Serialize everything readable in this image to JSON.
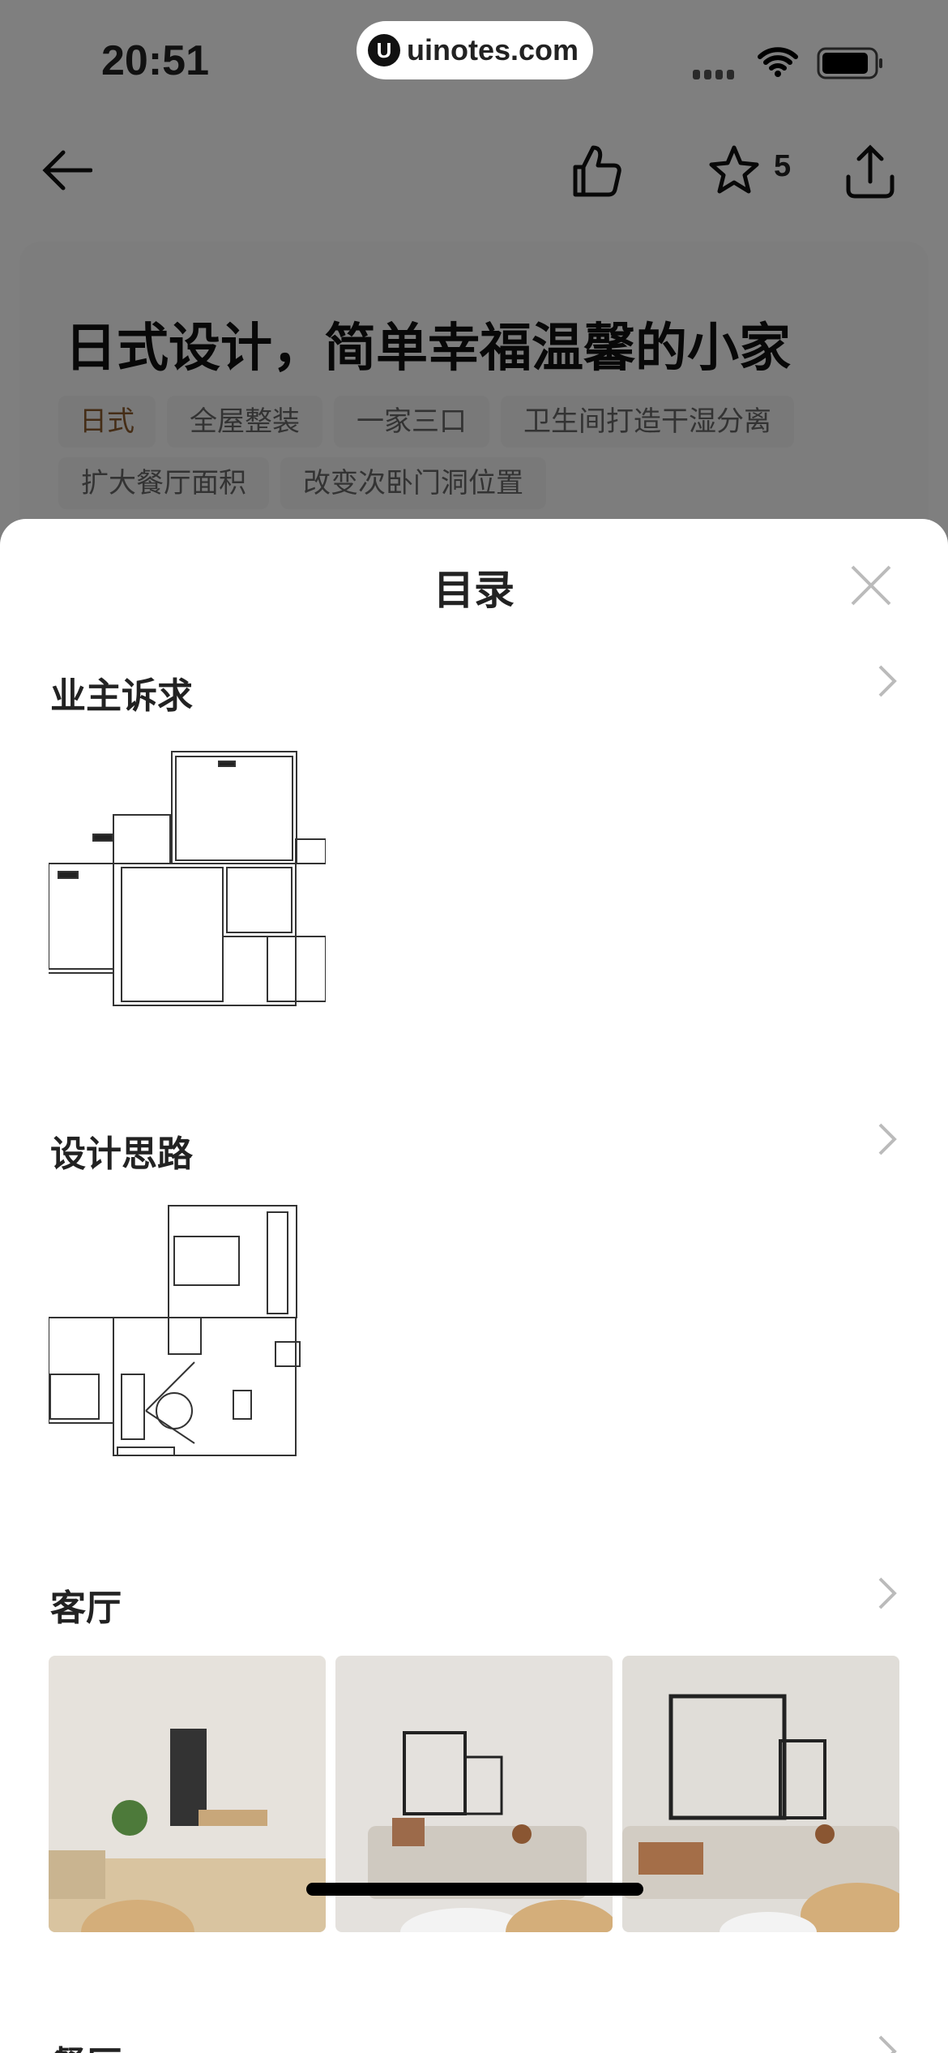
{
  "status_bar": {
    "time": "20:51",
    "site": "uinotes.com"
  },
  "nav": {
    "back": "back-arrow-icon",
    "like": "thumbs-up-icon",
    "favorite": "star-icon",
    "favorite_count": "5",
    "share": "share-icon"
  },
  "article": {
    "title": "日式设计，简单幸福温馨的小家",
    "tags": [
      "日式",
      "全屋整装",
      "一家三口",
      "卫生间打造干湿分离",
      "扩大餐厅面积",
      "改变次卧门洞位置"
    ]
  },
  "toc": {
    "title": "目录",
    "sections": [
      {
        "title": "业主诉求"
      },
      {
        "title": "设计思路"
      },
      {
        "title": "客厅"
      },
      {
        "title": "餐厅"
      }
    ]
  },
  "colors": {
    "tag_accent": "#8a5a2c",
    "overlay": "rgba(0,0,0,0.5)"
  }
}
